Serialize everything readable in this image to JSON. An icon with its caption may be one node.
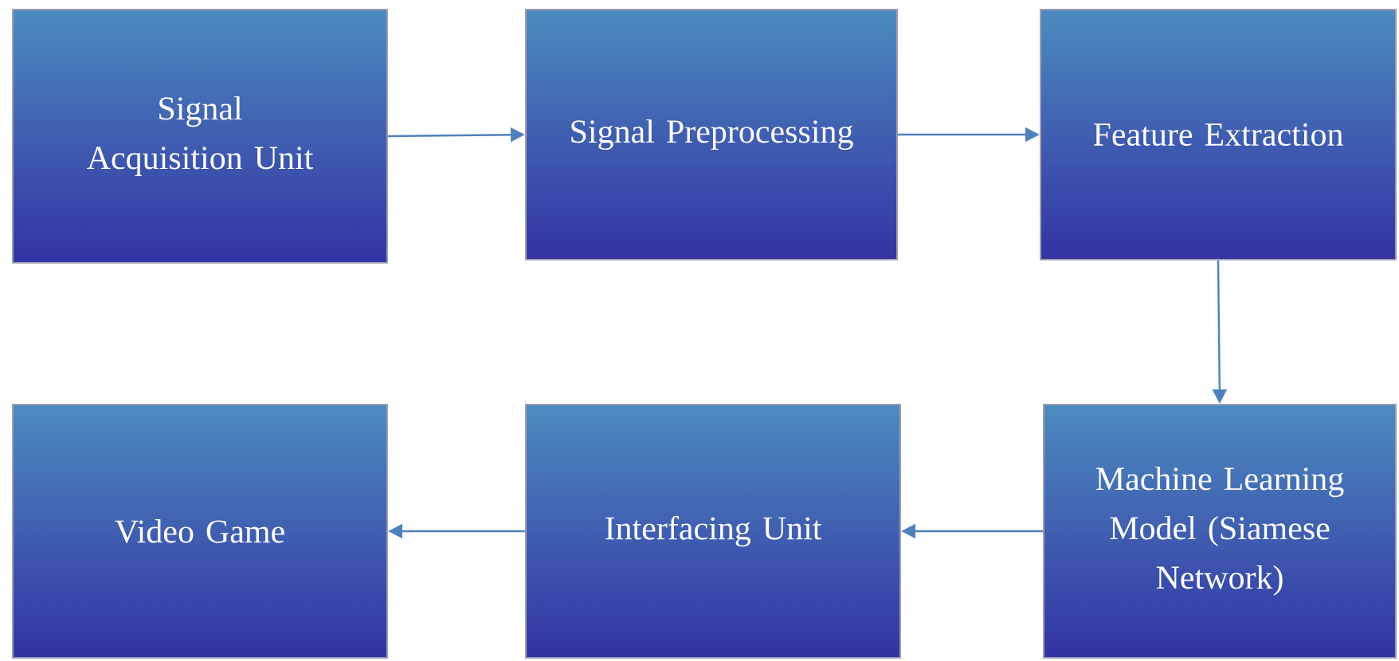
{
  "diagram": {
    "nodes": [
      {
        "text": [
          "Signal Acquisition Unit"
        ]
      },
      {
        "text": [
          "Signal Preprocessing"
        ]
      },
      {
        "text": [
          "Feature Extraction"
        ]
      },
      {
        "text": [
          "Machine Learning Model (Siamese Network)"
        ]
      },
      {
        "text": [
          "Interfacing Unit"
        ]
      },
      {
        "text": [
          "Video Game"
        ]
      }
    ],
    "edges": [
      {
        "from": 0,
        "to": 1,
        "arrow": "to"
      },
      {
        "from": 1,
        "to": 2,
        "arrow": "to"
      },
      {
        "from": 2,
        "to": 3,
        "arrow": "to"
      },
      {
        "from": 3,
        "to": 4,
        "arrow": "to"
      },
      {
        "from": 4,
        "to": 5,
        "arrow": "to"
      }
    ]
  }
}
